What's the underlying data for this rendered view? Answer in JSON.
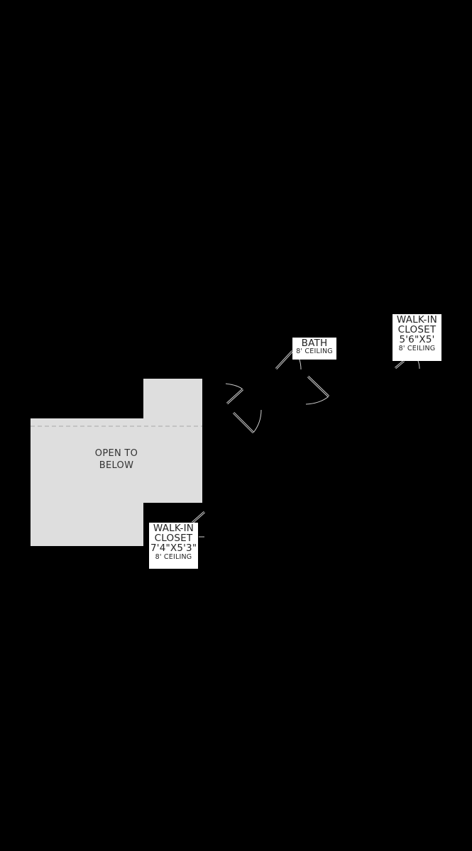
{
  "plan": {
    "background_color": "#000000",
    "open_area_color": "#dedede",
    "line_color": "#cccccc",
    "open_to_below": {
      "line1": "OPEN TO",
      "line2": "BELOW"
    },
    "rooms": [
      {
        "id": "bath",
        "name": "BATH",
        "dimensions": "",
        "ceiling": "8' CEILING"
      },
      {
        "id": "walk-in-closet-right",
        "name_line1": "WALK-IN",
        "name_line2": "CLOSET",
        "dimensions": "5'6\"X5'",
        "ceiling": "8' CEILING"
      },
      {
        "id": "walk-in-closet-left",
        "name_line1": "WALK-IN",
        "name_line2": "CLOSET",
        "dimensions": "7'4\"X5'3\"",
        "ceiling": "8' CEILING"
      }
    ]
  }
}
